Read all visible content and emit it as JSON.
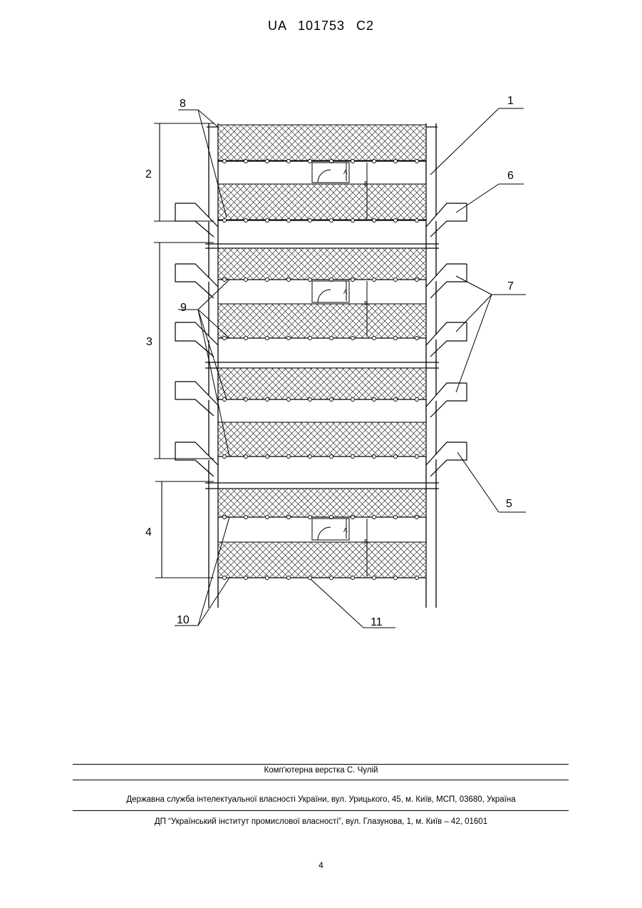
{
  "header": {
    "patent_id": "UA   101753   C2"
  },
  "figure": {
    "labels": {
      "l1": "1",
      "l2": "2",
      "l3": "3",
      "l4": "4",
      "l5": "5",
      "l6": "6",
      "l7": "7",
      "l8": "8",
      "l9": "9",
      "l10": "10",
      "l11": "11"
    },
    "dimension_labels": {
      "a": "A",
      "b": "B"
    }
  },
  "footer": {
    "layout_credit": "Комп'ютерна верстка С. Чулій",
    "office_address": "Державна служба інтелектуальної власності України, вул. Урицького, 45, м. Київ, МСП, 03680, Україна",
    "institute_address": "ДП “Український інститут промислової власності”, вул. Глазунова, 1, м. Київ – 42, 01601",
    "page_number": "4"
  }
}
